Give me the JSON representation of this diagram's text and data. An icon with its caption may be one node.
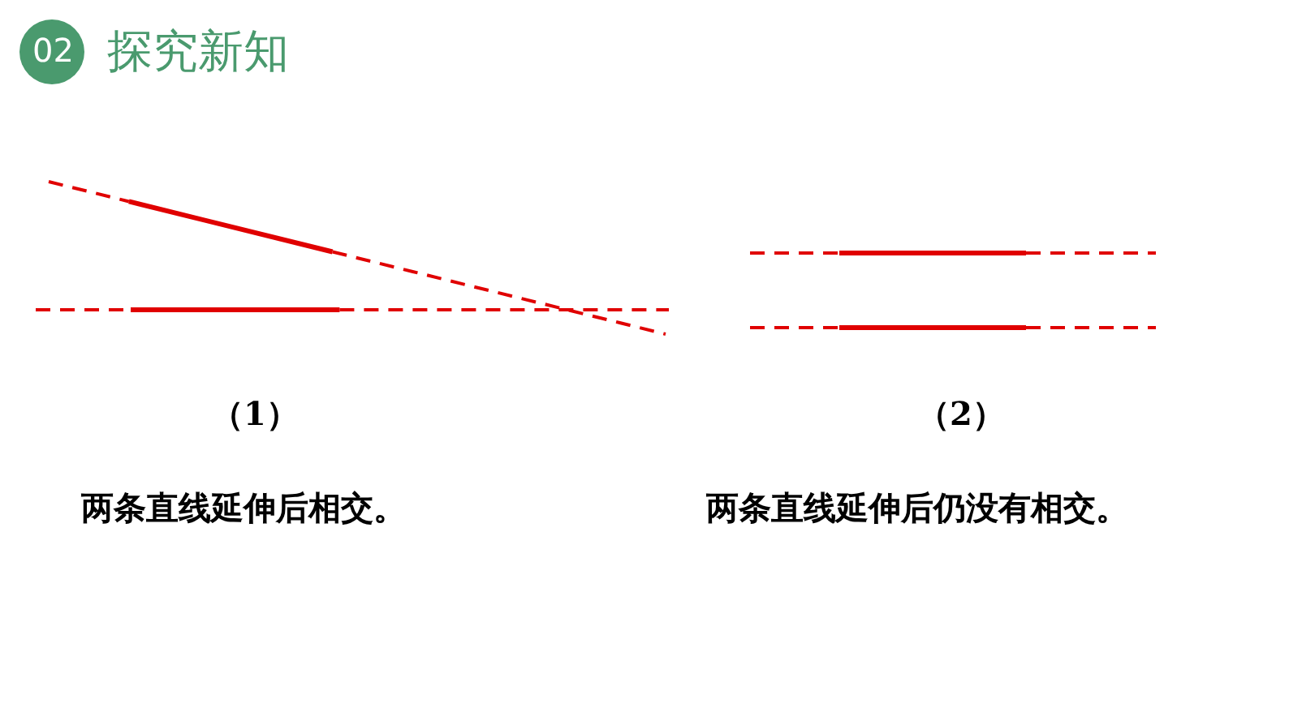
{
  "diagram": {
    "title": "探究新知",
    "labels": [
      "02",
      "（1）",
      "（2）",
      "两条直线延伸后相交。",
      "两条直线延伸后仍没有相交。"
    ]
  }
}
